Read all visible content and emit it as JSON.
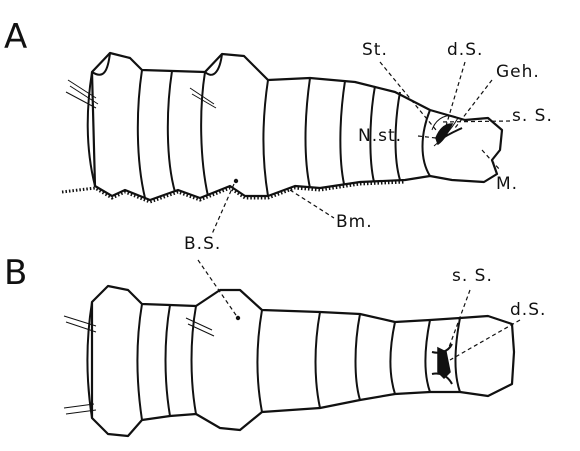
{
  "figure": {
    "panel_a": {
      "letter": "A",
      "labels": {
        "st": "St.",
        "ds": "d.S.",
        "geh": "Geh.",
        "ss": "s. S.",
        "nst": "N.st.",
        "m": "M.",
        "bm": "Bm.",
        "bs": "B.S."
      }
    },
    "panel_b": {
      "letter": "B",
      "labels": {
        "ss": "s. S.",
        "ds": "d.S."
      }
    }
  }
}
